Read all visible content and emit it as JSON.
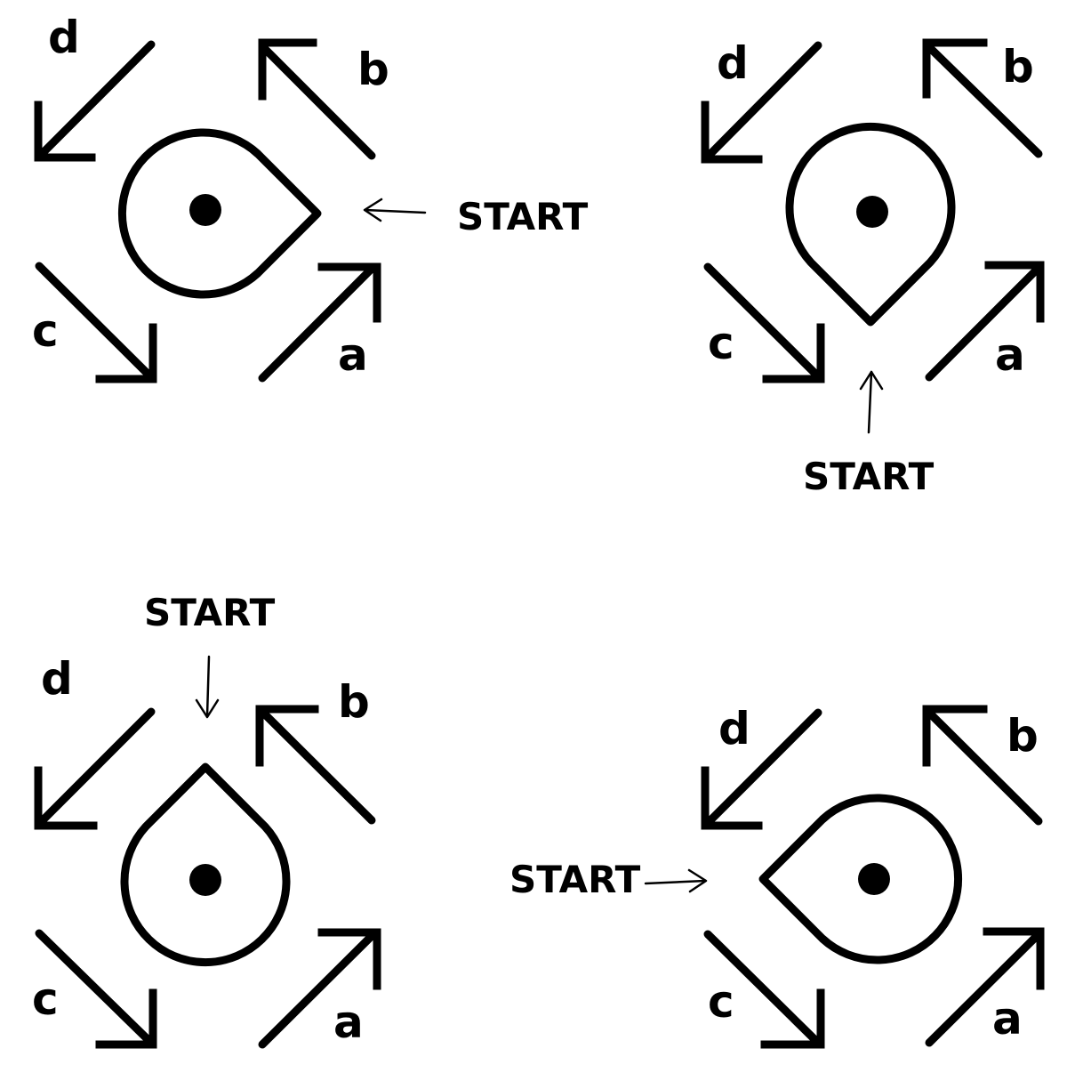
{
  "start_label": "START",
  "panels": [
    {
      "id": "top-left",
      "labels": {
        "a": "a",
        "b": "b",
        "c": "c",
        "d": "d"
      }
    },
    {
      "id": "top-right",
      "labels": {
        "a": "a",
        "b": "b",
        "c": "c",
        "d": "d"
      }
    },
    {
      "id": "bottom-left",
      "labels": {
        "a": "a",
        "b": "b",
        "c": "c",
        "d": "d"
      }
    },
    {
      "id": "bottom-right",
      "labels": {
        "a": "a",
        "b": "b",
        "c": "c",
        "d": "d"
      }
    }
  ]
}
